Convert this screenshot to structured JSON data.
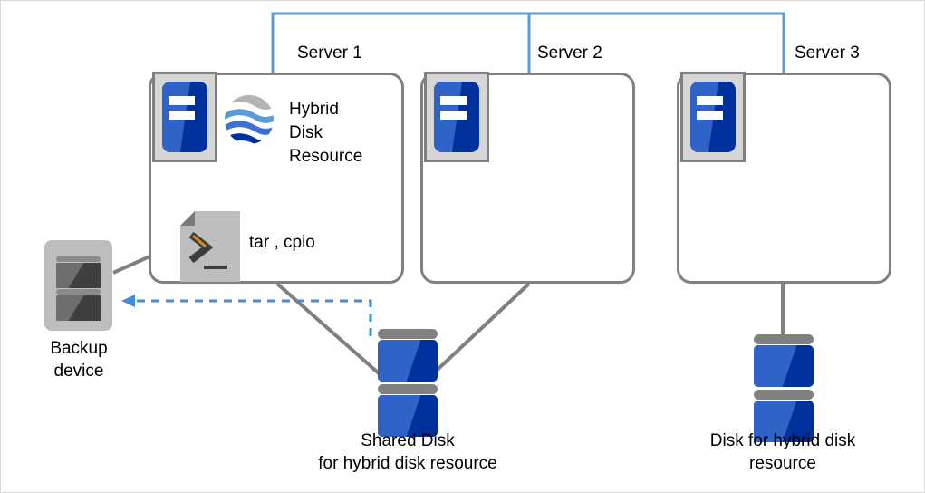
{
  "diagram": {
    "title": "Hybrid disk resource configuration with backup",
    "servers": [
      {
        "id": "server1",
        "label": "Server 1"
      },
      {
        "id": "server2",
        "label": "Server 2"
      },
      {
        "id": "server3",
        "label": "Server 3"
      }
    ],
    "resource": {
      "label_line1": "Hybrid",
      "label_line2": "Disk",
      "label_line3": "Resource",
      "icon": "hybrid-disk-globe-icon"
    },
    "script": {
      "label": "tar , cpio",
      "icon": "script-terminal-icon"
    },
    "backup_device": {
      "label_line1": "Backup",
      "label_line2": "device",
      "icon": "backup-device-icon"
    },
    "shared_disk": {
      "label_line1": "Shared Disk",
      "label_line2": "for hybrid disk resource",
      "icon": "disk-stack-icon"
    },
    "local_disk": {
      "label_line1": "Disk for hybrid disk",
      "label_line2": "resource",
      "icon": "disk-stack-icon"
    },
    "colors": {
      "network_line": "#5b9bd5",
      "backup_arrow": "#3f8edc",
      "connector_line": "#808080",
      "box_border": "#808080",
      "disk_light": "#2f63c8",
      "disk_dark": "#00309c",
      "icon_gray": "#bdbdbd",
      "text": "#000000"
    }
  }
}
